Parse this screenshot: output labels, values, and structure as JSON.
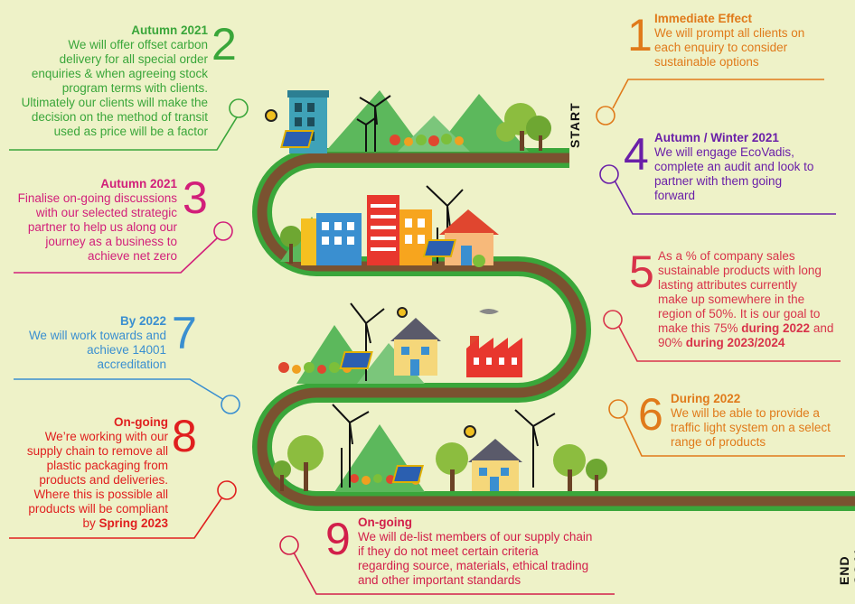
{
  "road": {
    "start_label": "START",
    "end_label": "END GOAL"
  },
  "colors": {
    "background": "#eef2c8",
    "road": "#7a5230",
    "grass": "#3aa63a",
    "m1": "#e07a1a",
    "m2": "#3aa63a",
    "m3": "#d21f7a",
    "m4": "#6a1fa8",
    "m5": "#d8334a",
    "m6": "#e07a1a",
    "m7": "#3a8fd0",
    "m8": "#e01f1f",
    "m9": "#d21f4a"
  },
  "milestones": [
    {
      "id": "1",
      "number": "1",
      "heading": "Immediate Effect",
      "lines": [
        "We will prompt all clients on",
        "each enquiry to consider",
        "sustainable options"
      ]
    },
    {
      "id": "2",
      "number": "2",
      "heading": "Autumn 2021",
      "lines": [
        "We will offer offset carbon",
        "delivery for all special order",
        "enquiries & when agreeing stock",
        "program terms with clients.",
        "Ultimately our clients will make the",
        "decision on the method of transit",
        "used as price will be a factor"
      ]
    },
    {
      "id": "3",
      "number": "3",
      "heading": "Autumn 2021",
      "lines": [
        "Finalise on-going discussions",
        "with our selected strategic",
        "partner to help us along our",
        "journey as a business to",
        "achieve net zero"
      ]
    },
    {
      "id": "4",
      "number": "4",
      "heading": "Autumn / Winter 2021",
      "lines": [
        "We will engage EcoVadis,",
        "complete an audit and look to",
        "partner with them going",
        "forward"
      ]
    },
    {
      "id": "5",
      "number": "5",
      "heading": "",
      "lines": [
        "As a % of company sales",
        "sustainable products with long",
        "lasting attributes currently",
        "make up somewhere in the",
        "region of 50%. It is our goal to"
      ],
      "line6_pre": "make this 75% ",
      "line6_bold": "during 2022",
      "line6_post": " and",
      "line7_pre": "90% ",
      "line7_bold": "during 2023/2024"
    },
    {
      "id": "6",
      "number": "6",
      "heading": "During 2022",
      "lines": [
        "We will be able to provide a",
        "traffic light system on a select",
        "range of products"
      ]
    },
    {
      "id": "7",
      "number": "7",
      "heading": "By 2022",
      "lines": [
        "We will work towards and",
        "achieve 14001",
        "accreditation"
      ]
    },
    {
      "id": "8",
      "number": "8",
      "heading": "On-going",
      "lines": [
        "We’re working with our",
        "supply chain to remove all",
        "plastic packaging from",
        "products and deliveries.",
        "Where this is possible all",
        "products will be compliant"
      ],
      "last_pre": "by ",
      "last_bold": "Spring 2023"
    },
    {
      "id": "9",
      "number": "9",
      "heading": "On-going",
      "lines": [
        "We will de-list members of our supply chain",
        "if they do not meet certain criteria",
        "regarding source, materials, ethical trading",
        "and other important standards"
      ]
    }
  ]
}
